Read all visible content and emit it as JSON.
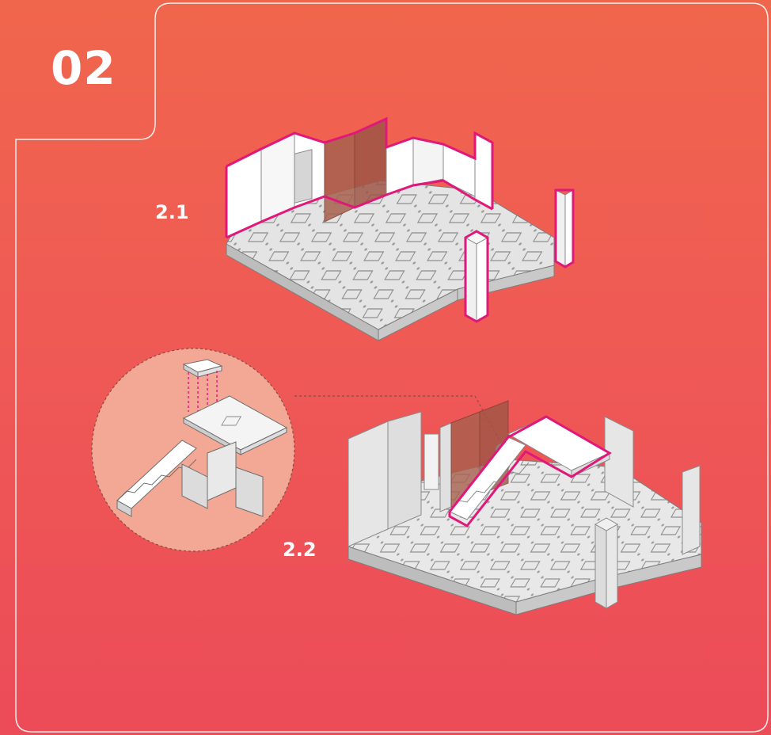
{
  "step": {
    "number": "02"
  },
  "substeps": [
    {
      "label": "2.1"
    },
    {
      "label": "2.2"
    }
  ],
  "colors": {
    "background_top": "#f0664c",
    "background_bottom": "#ec4b58",
    "frame_line": "#ffffff",
    "highlight_outline": "#e0187a",
    "wall_fill": "#ffffff",
    "floor_fill": "#e6e6e6",
    "translucent_door": "#a8614f",
    "zoom_circle_fill": "#f2a894"
  },
  "icons": [
    "floor-tile-icon",
    "wall-panel-icon",
    "pillar-icon",
    "stair-icon",
    "tile-piece-icon",
    "insert-arrow-icon"
  ]
}
